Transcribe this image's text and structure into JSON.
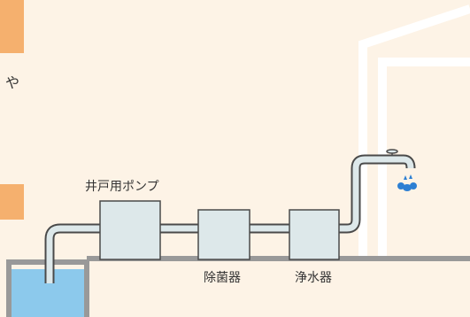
{
  "side_text": "や",
  "labels": {
    "pump": "井戸用ポンプ",
    "sterilizer": "除菌器",
    "purifier": "浄水器"
  },
  "colors": {
    "background": "#fdf3e6",
    "tab": "#f5b06e",
    "pipe_outline": "#4a4a4a",
    "device_fill": "#dde8ea",
    "ground": "#999999",
    "water": "#8cc9ec",
    "water_drops": "#2d7fd3",
    "house_outline": "#ffffff"
  },
  "icons": [
    "faucet-icon",
    "water-drops-icon"
  ]
}
